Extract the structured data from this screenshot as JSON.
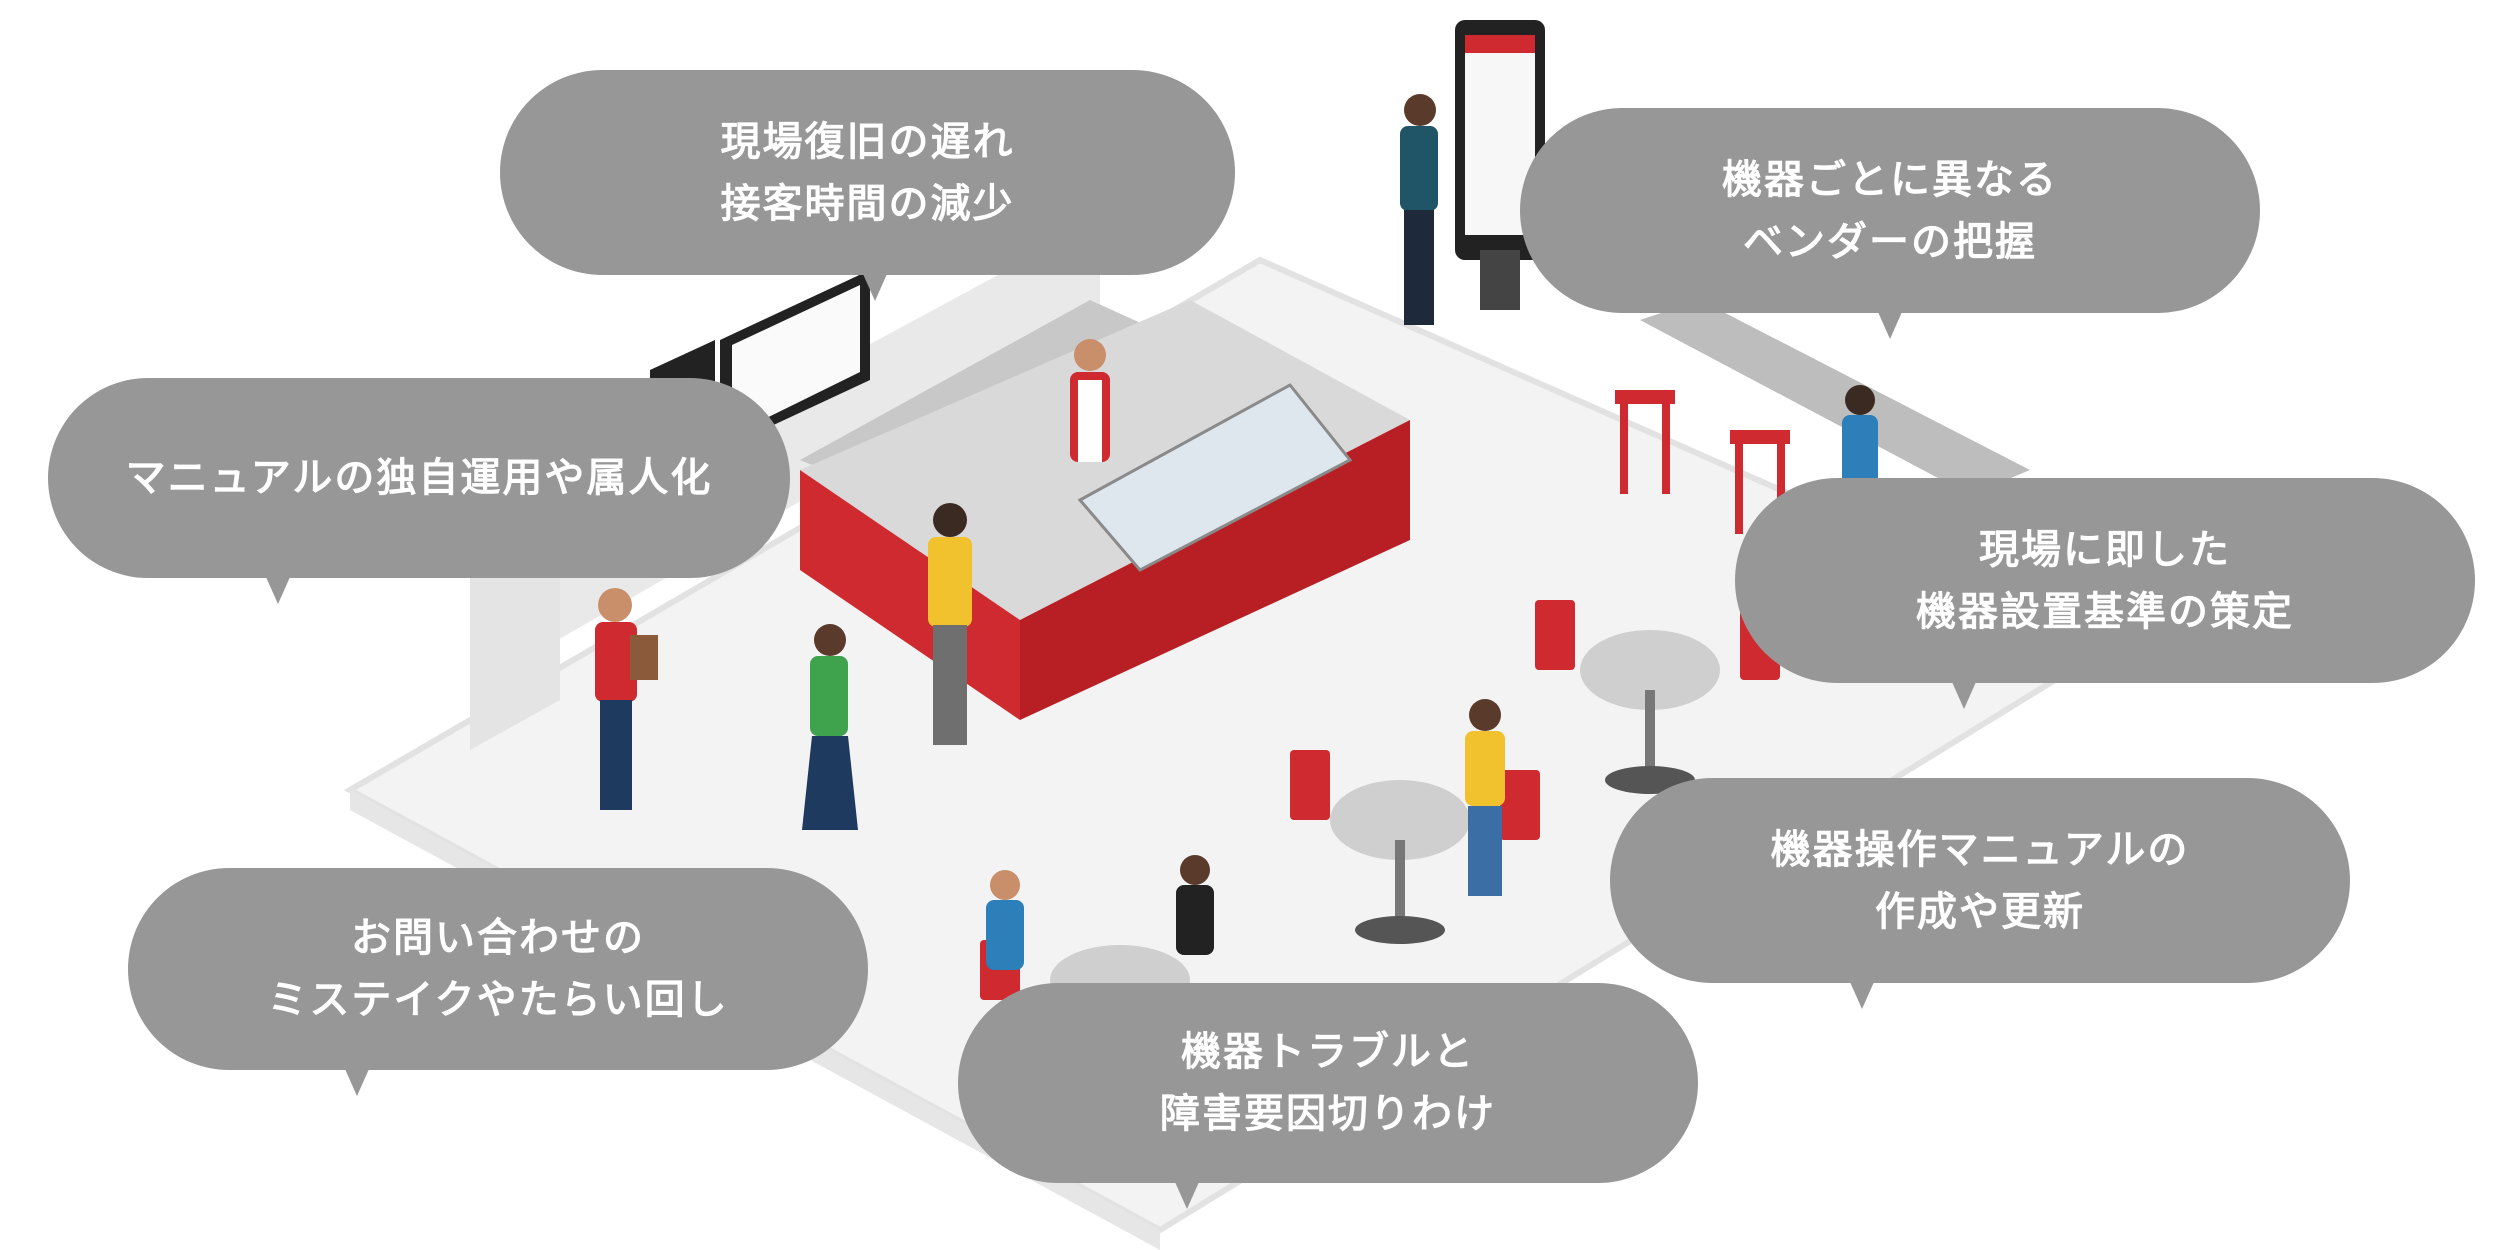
{
  "bubbles": [
    {
      "id": "recovery-delay",
      "lines": [
        "現場復旧の遅れ",
        "接客時間の減少"
      ]
    },
    {
      "id": "vendor-grasp",
      "lines": [
        "機器ごとに異なる",
        "ベンダーの把握"
      ]
    },
    {
      "id": "manual-silo",
      "lines": [
        "マニュアルの独自運用や属人化"
      ]
    },
    {
      "id": "install-standard",
      "lines": [
        "現場に即した",
        "機器設置基準の策定"
      ]
    },
    {
      "id": "manual-create",
      "lines": [
        "機器操作マニュアルの",
        "作成や更新"
      ]
    },
    {
      "id": "inquiry-mistake",
      "lines": [
        "お問い合わせの",
        "ミステイクやたらい回し"
      ]
    },
    {
      "id": "trouble-isolation",
      "lines": [
        "機器トラブルと",
        "障害要因切りわけ"
      ]
    }
  ],
  "colors": {
    "bubble": "#979797",
    "bubble_text": "#ffffff",
    "counter_red": "#d4252b",
    "floor": "#f2f2f2"
  }
}
